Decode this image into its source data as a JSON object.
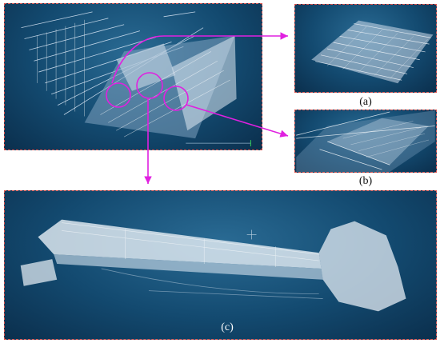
{
  "figure": {
    "captions": {
      "a": "(a)",
      "b": "(b)",
      "c": "(c)"
    },
    "panels": [
      {
        "id": "main",
        "depicts": "point-cloud-ship-hold-overview"
      },
      {
        "id": "a",
        "depicts": "point-cloud-stacked-cargo"
      },
      {
        "id": "b",
        "depicts": "point-cloud-hold-edge-detail"
      },
      {
        "id": "c",
        "depicts": "point-cloud-ship-hull-side-view"
      }
    ],
    "colors": {
      "background": "#0b2f4d",
      "points": "#ffffff",
      "highlight": "#e020e0",
      "frame": "#d9544f"
    }
  }
}
